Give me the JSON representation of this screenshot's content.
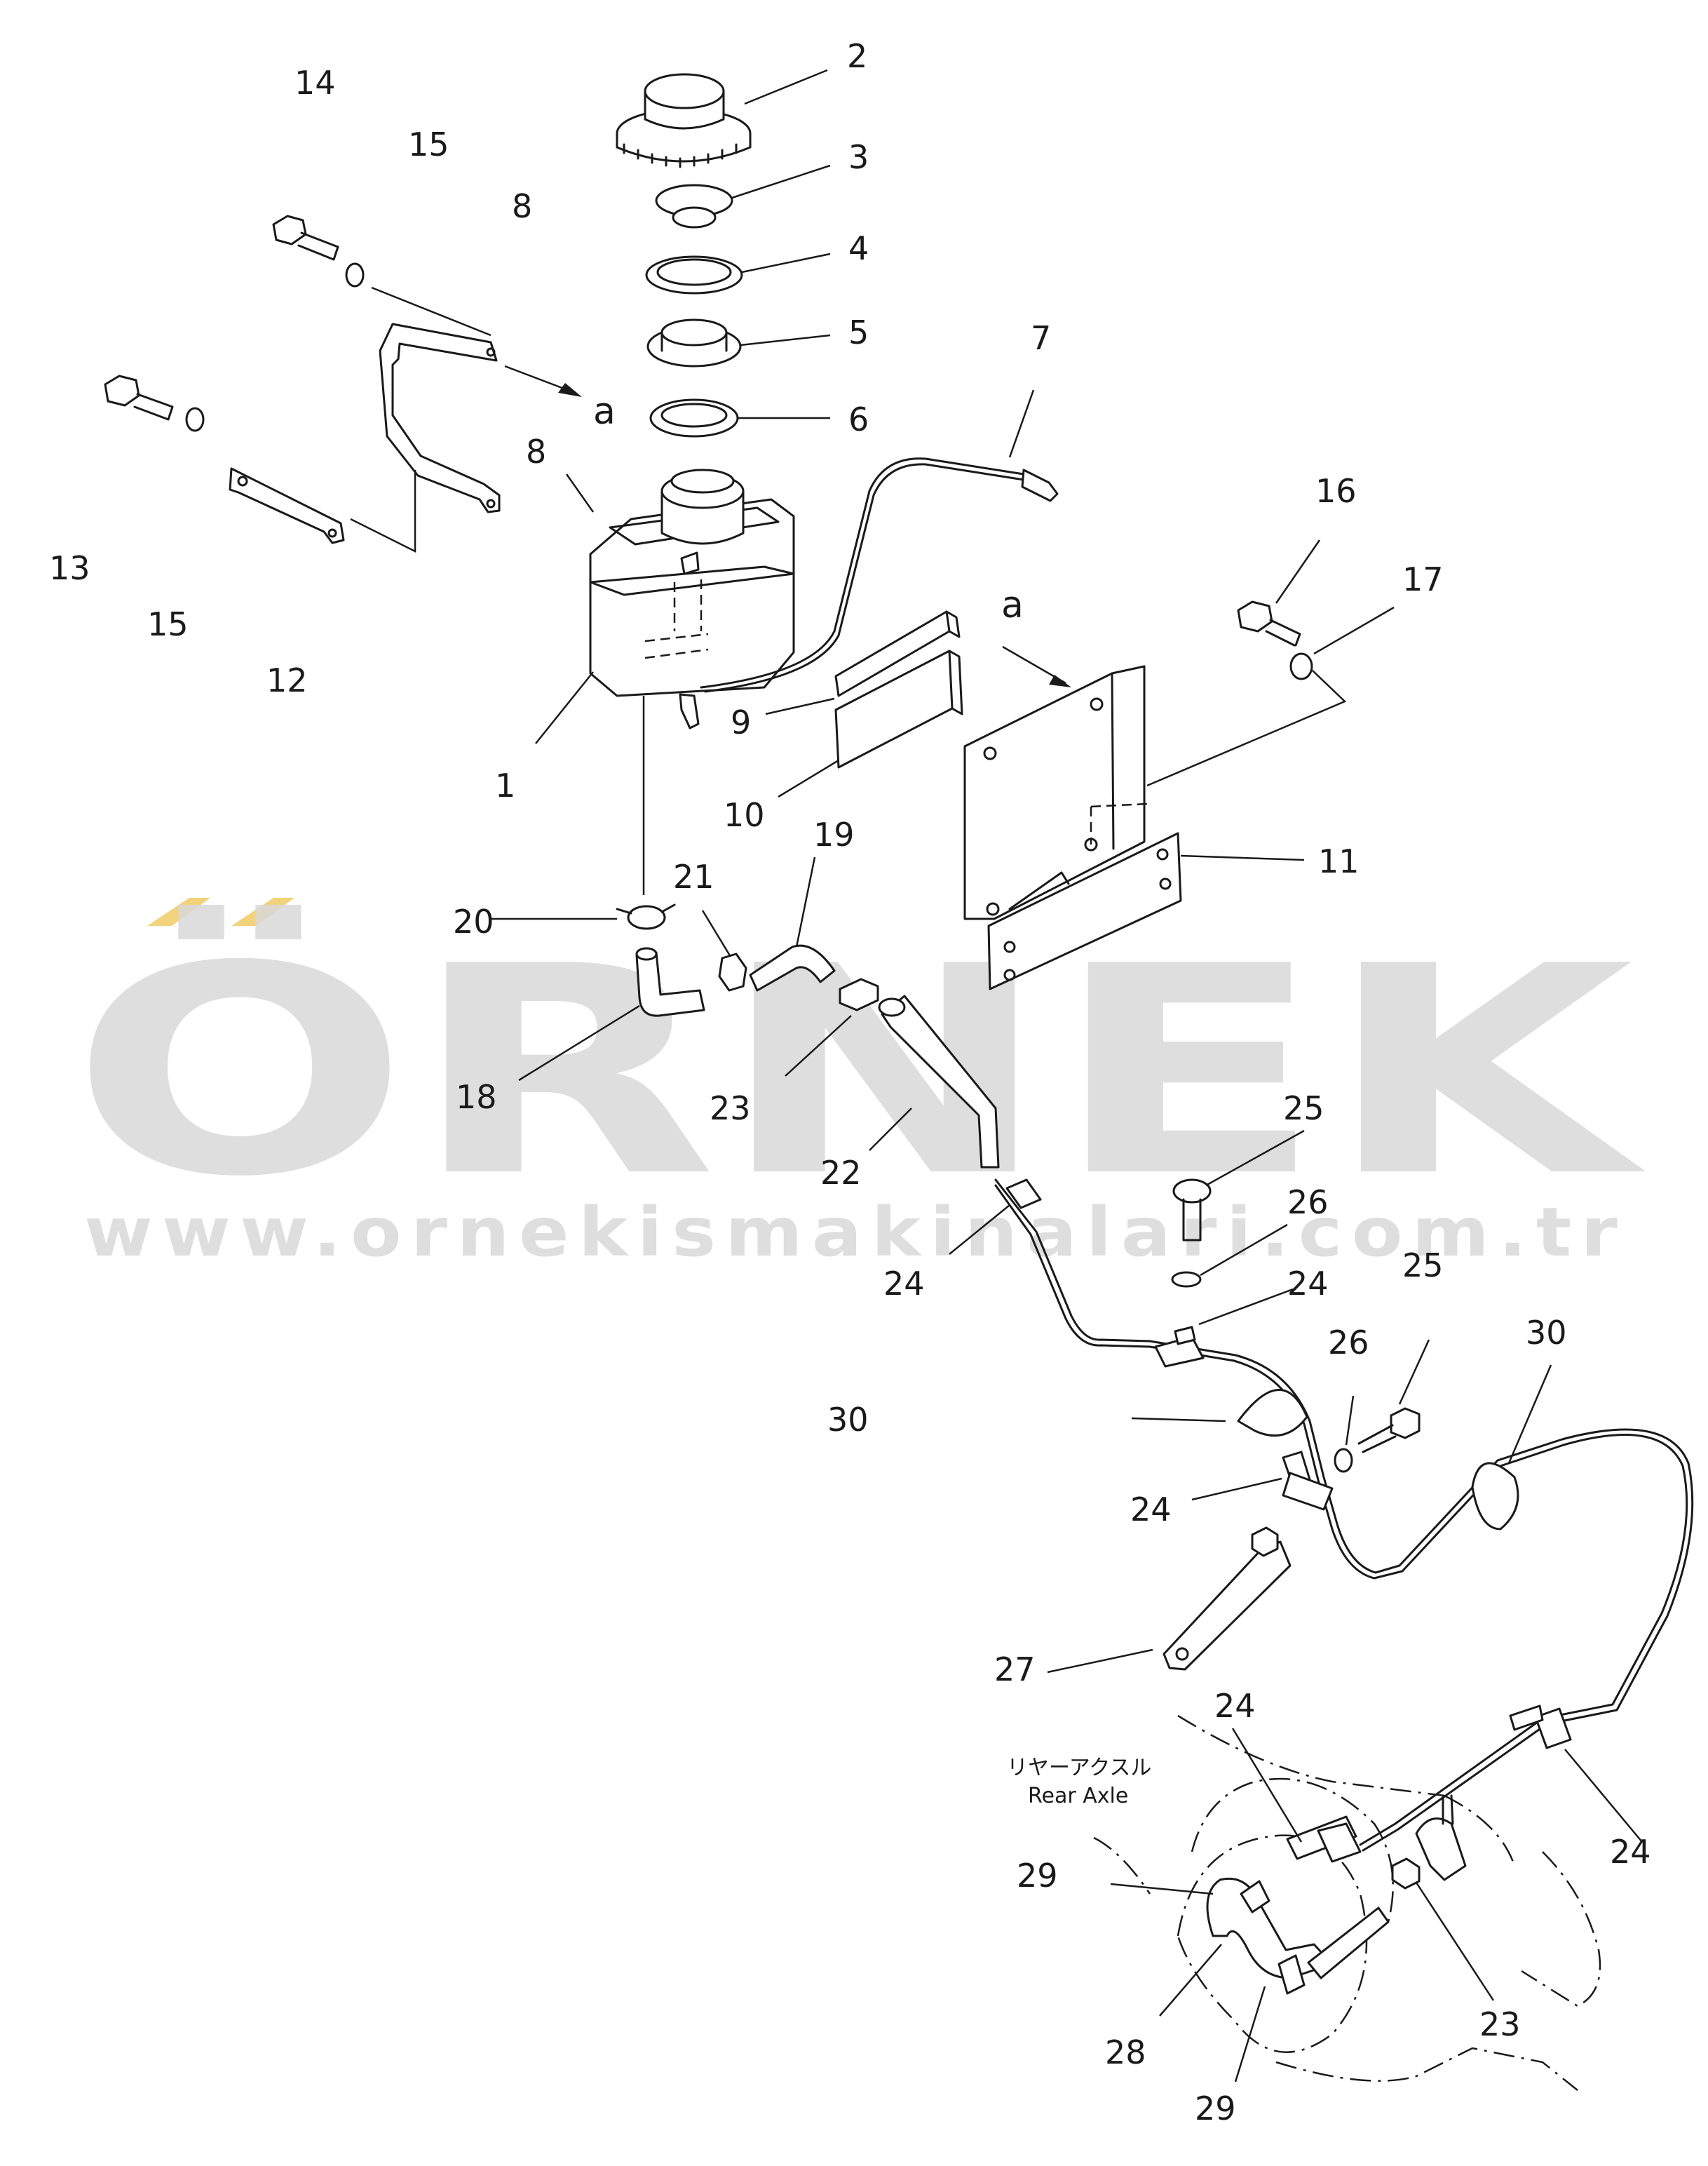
{
  "watermark": {
    "brand": "ÖRNEK",
    "url": "www.ornekismakinalari.com.tr",
    "accent_color": "#f2d27a"
  },
  "labels": {
    "rear_axle_jp": "リヤーアクスル",
    "rear_axle_en": "Rear  Axle",
    "view_a_1": "a",
    "view_a_2": "a"
  },
  "callouts": [
    "14",
    "15",
    "8",
    "2",
    "3",
    "4",
    "5",
    "6",
    "7",
    "13",
    "15",
    "12",
    "8",
    "1",
    "9",
    "10",
    "16",
    "17",
    "11",
    "20",
    "21",
    "19",
    "18",
    "23",
    "22",
    "25",
    "26",
    "24",
    "24",
    "25",
    "26",
    "30",
    "30",
    "24",
    "27",
    "24",
    "24",
    "29",
    "28",
    "29",
    "23"
  ]
}
